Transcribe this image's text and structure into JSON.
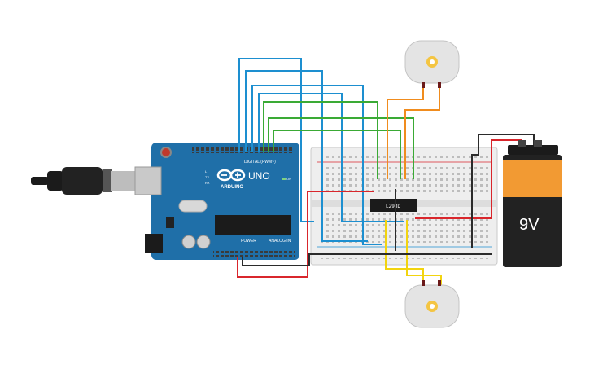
{
  "board": {
    "brand": "ARDUINO",
    "model": "UNO",
    "header_digital": "DIGITAL (PWM~)",
    "header_power": "POWER",
    "header_analog": "ANALOG IN",
    "led_on": "ON",
    "led_tx": "TX",
    "led_rx": "RX",
    "led_l": "L"
  },
  "chip": {
    "label": "L293D"
  },
  "battery": {
    "label": "9V"
  },
  "wire_colors": {
    "blue": "#1d8fd0",
    "green": "#3aaa35",
    "orange": "#f08c1e",
    "yellow": "#f2d40f",
    "red": "#d9262c",
    "black": "#2b2b2b"
  },
  "colors": {
    "board": "#1f6fa8",
    "breadboard": "#eeeeee",
    "battery_body": "#f29a33",
    "battery_label": "#2b2b2b",
    "motor": "#e4e4e4",
    "shaft": "#f4c542"
  }
}
